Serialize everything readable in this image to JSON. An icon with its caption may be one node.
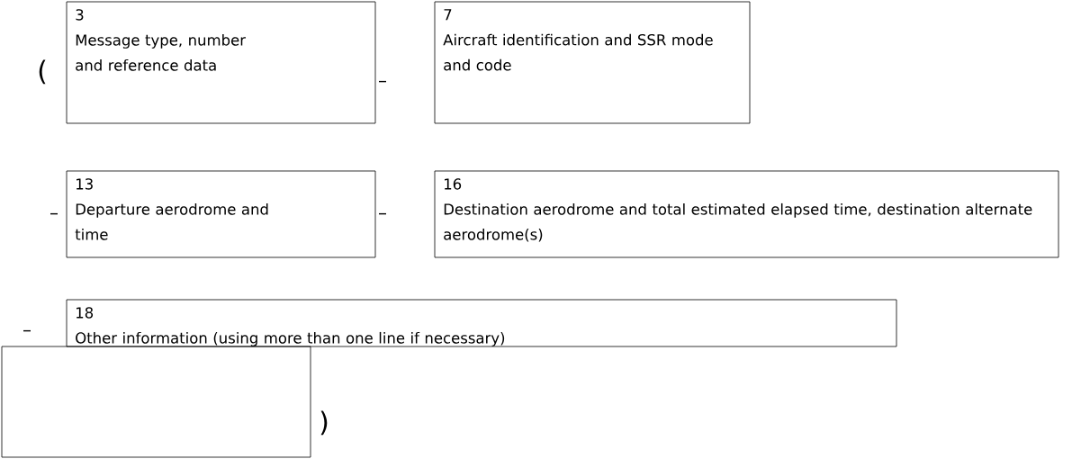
{
  "diagram": {
    "nodes": [
      {
        "text": [
          "3",
          "Message type, number and reference data"
        ]
      },
      {
        "text": [
          "7",
          "Aircraft identification and SSR mode and code"
        ]
      },
      {
        "text": [
          "13",
          "Departure aerodrome and time"
        ]
      },
      {
        "text": [
          "16",
          "Destination aerodrome and total estimated elapsed time, destination alternate aerodrome(s)"
        ]
      },
      {
        "text": [
          "18",
          "Other information (using more than one line if necessary)"
        ]
      },
      {
        "text": [],
        "shape": "box"
      }
    ],
    "labels": [
      "(",
      "–",
      "–",
      "–",
      "–",
      ")"
    ]
  }
}
